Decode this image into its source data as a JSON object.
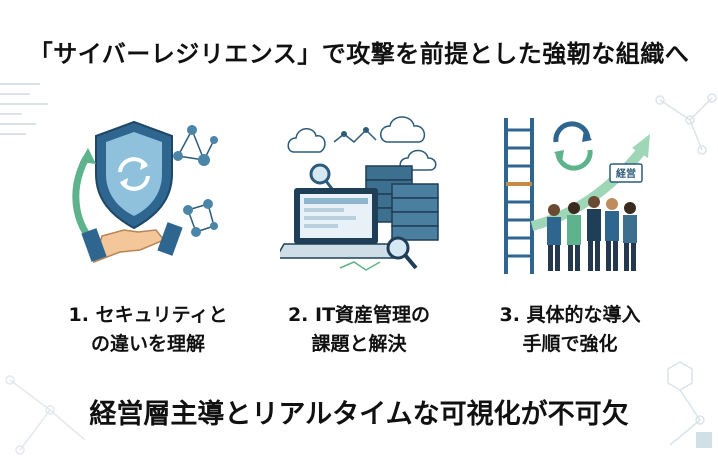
{
  "title": "「サイバーレジリエンス」で攻撃を前提とした強靭な組織へ",
  "steps": [
    {
      "line1": "1. セキュリティと",
      "line2": "の違いを理解"
    },
    {
      "line1": "2. IT資産管理の",
      "line2": "課題と解決"
    },
    {
      "line1": "3. 具体的な導入",
      "line2": "手順で強化"
    }
  ],
  "sign_label": "経営",
  "conclusion": "経営層主導とリアルタイムな可視化が不可欠"
}
